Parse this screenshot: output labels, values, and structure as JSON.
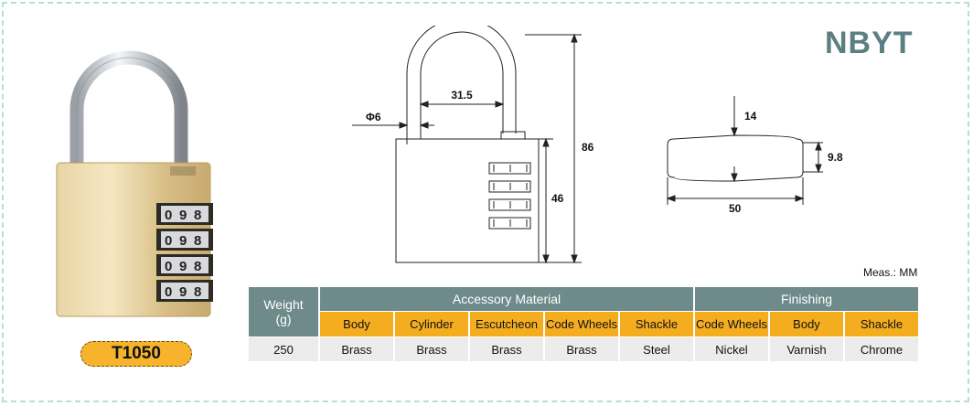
{
  "brand": "NBYT",
  "model": "T1050",
  "measure_unit_note": "Meas.: MM",
  "dimensions": {
    "shackle_diameter": "Φ6",
    "shackle_inner_width": "31.5",
    "total_height": "86",
    "body_height": "46",
    "thickness": "14",
    "side_thickness": "9.8",
    "body_width": "50"
  },
  "combination_digits": [
    "0",
    "9",
    "8"
  ],
  "table": {
    "weight_header": "Weight",
    "weight_unit": "(g)",
    "group_accessory": "Accessory Material",
    "group_finishing": "Finishing",
    "accessory_columns": [
      "Body",
      "Cylinder",
      "Escutcheon",
      "Code Wheels",
      "Shackle"
    ],
    "finishing_columns": [
      "Code Wheels",
      "Body",
      "Shackle"
    ],
    "weight_value": "250",
    "accessory_values": [
      "Brass",
      "Brass",
      "Brass",
      "Brass",
      "Steel"
    ],
    "finishing_values": [
      "Nickel",
      "Varnish",
      "Chrome"
    ]
  },
  "colors": {
    "header_teal": "#6e8a8a",
    "subheader_orange": "#f5ad20",
    "brass": "#d9c08a",
    "brand_text": "#5b7f82"
  }
}
